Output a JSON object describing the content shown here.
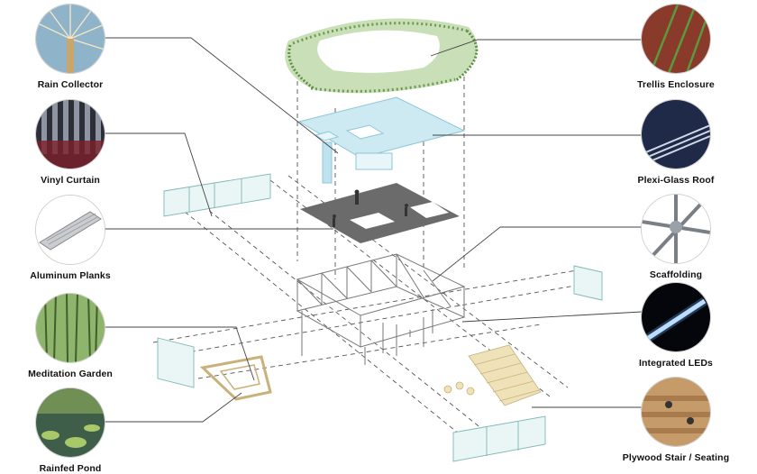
{
  "callouts_left": [
    {
      "label": "Rain Collector",
      "icon": "rain-collector-photo"
    },
    {
      "label": "Vinyl Curtain",
      "icon": "vinyl-curtain-photo"
    },
    {
      "label": "Aluminum Planks",
      "icon": "aluminum-planks-photo"
    },
    {
      "label": "Meditation Garden",
      "icon": "meditation-garden-photo"
    },
    {
      "label": "Rainfed Pond",
      "icon": "rainfed-pond-photo"
    }
  ],
  "callouts_right": [
    {
      "label": "Trellis Enclosure",
      "icon": "trellis-enclosure-photo"
    },
    {
      "label": "Plexi-Glass Roof",
      "icon": "plexiglass-roof-photo"
    },
    {
      "label": "Scaffolding",
      "icon": "scaffolding-photo"
    },
    {
      "label": "Integrated LEDs",
      "icon": "integrated-leds-photo"
    },
    {
      "label": "Plywood Stair / Seating",
      "icon": "plywood-stair-photo"
    }
  ],
  "colors": {
    "leader_line": "#444444",
    "trellis_green": "#7aa85a",
    "roof_blue": "#bfe3ee",
    "deck_gray": "#6b6b6b",
    "plywood": "#e6d6a8"
  }
}
